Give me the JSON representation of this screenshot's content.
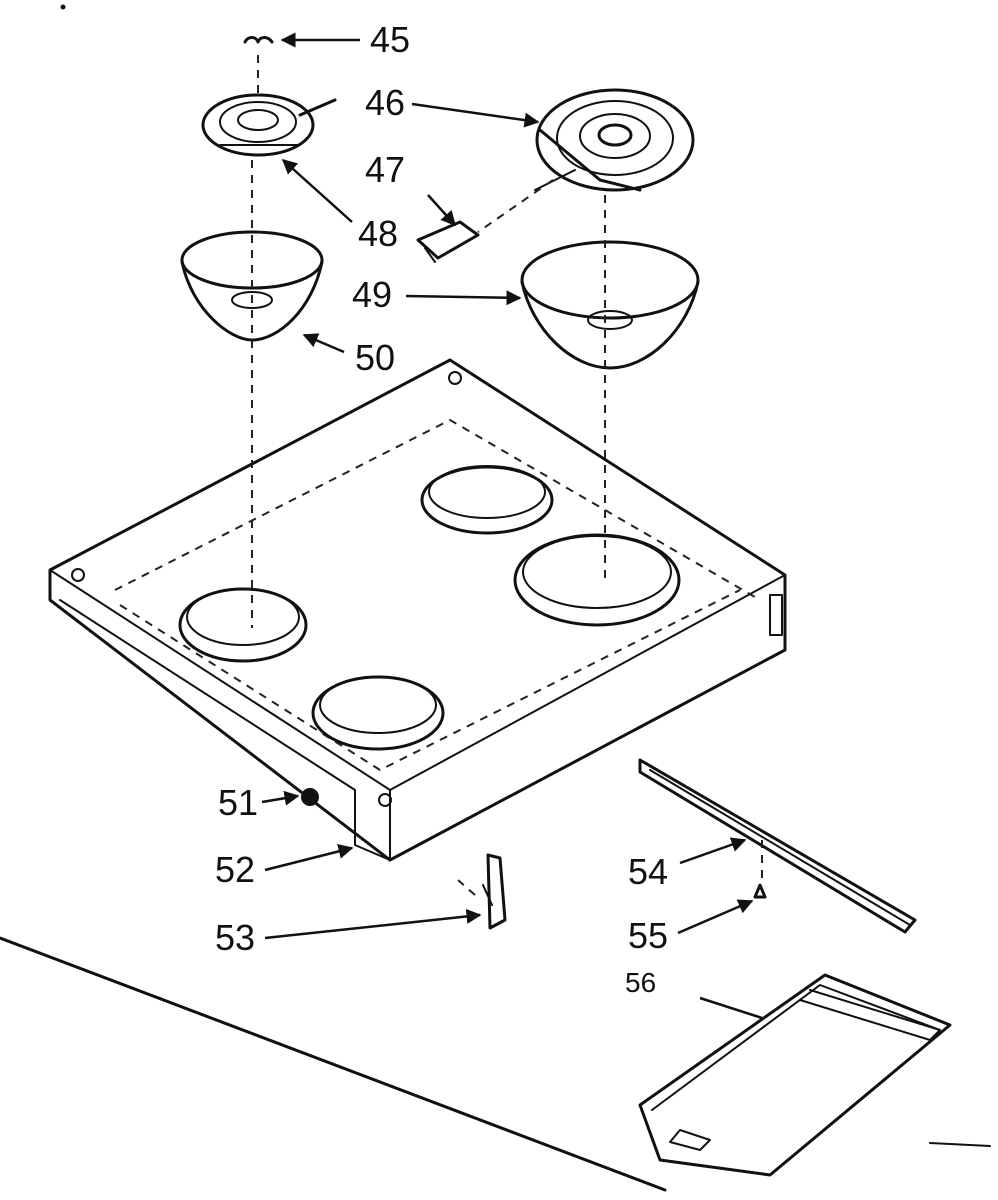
{
  "diagram": {
    "callouts": [
      {
        "id": "45",
        "label": "45"
      },
      {
        "id": "46",
        "label": "46"
      },
      {
        "id": "47",
        "label": "47"
      },
      {
        "id": "48",
        "label": "48"
      },
      {
        "id": "49",
        "label": "49"
      },
      {
        "id": "50",
        "label": "50"
      },
      {
        "id": "51",
        "label": "51"
      },
      {
        "id": "52",
        "label": "52"
      },
      {
        "id": "53",
        "label": "53"
      },
      {
        "id": "54",
        "label": "54"
      },
      {
        "id": "55",
        "label": "55"
      },
      {
        "id": "56",
        "label": "56"
      }
    ]
  }
}
